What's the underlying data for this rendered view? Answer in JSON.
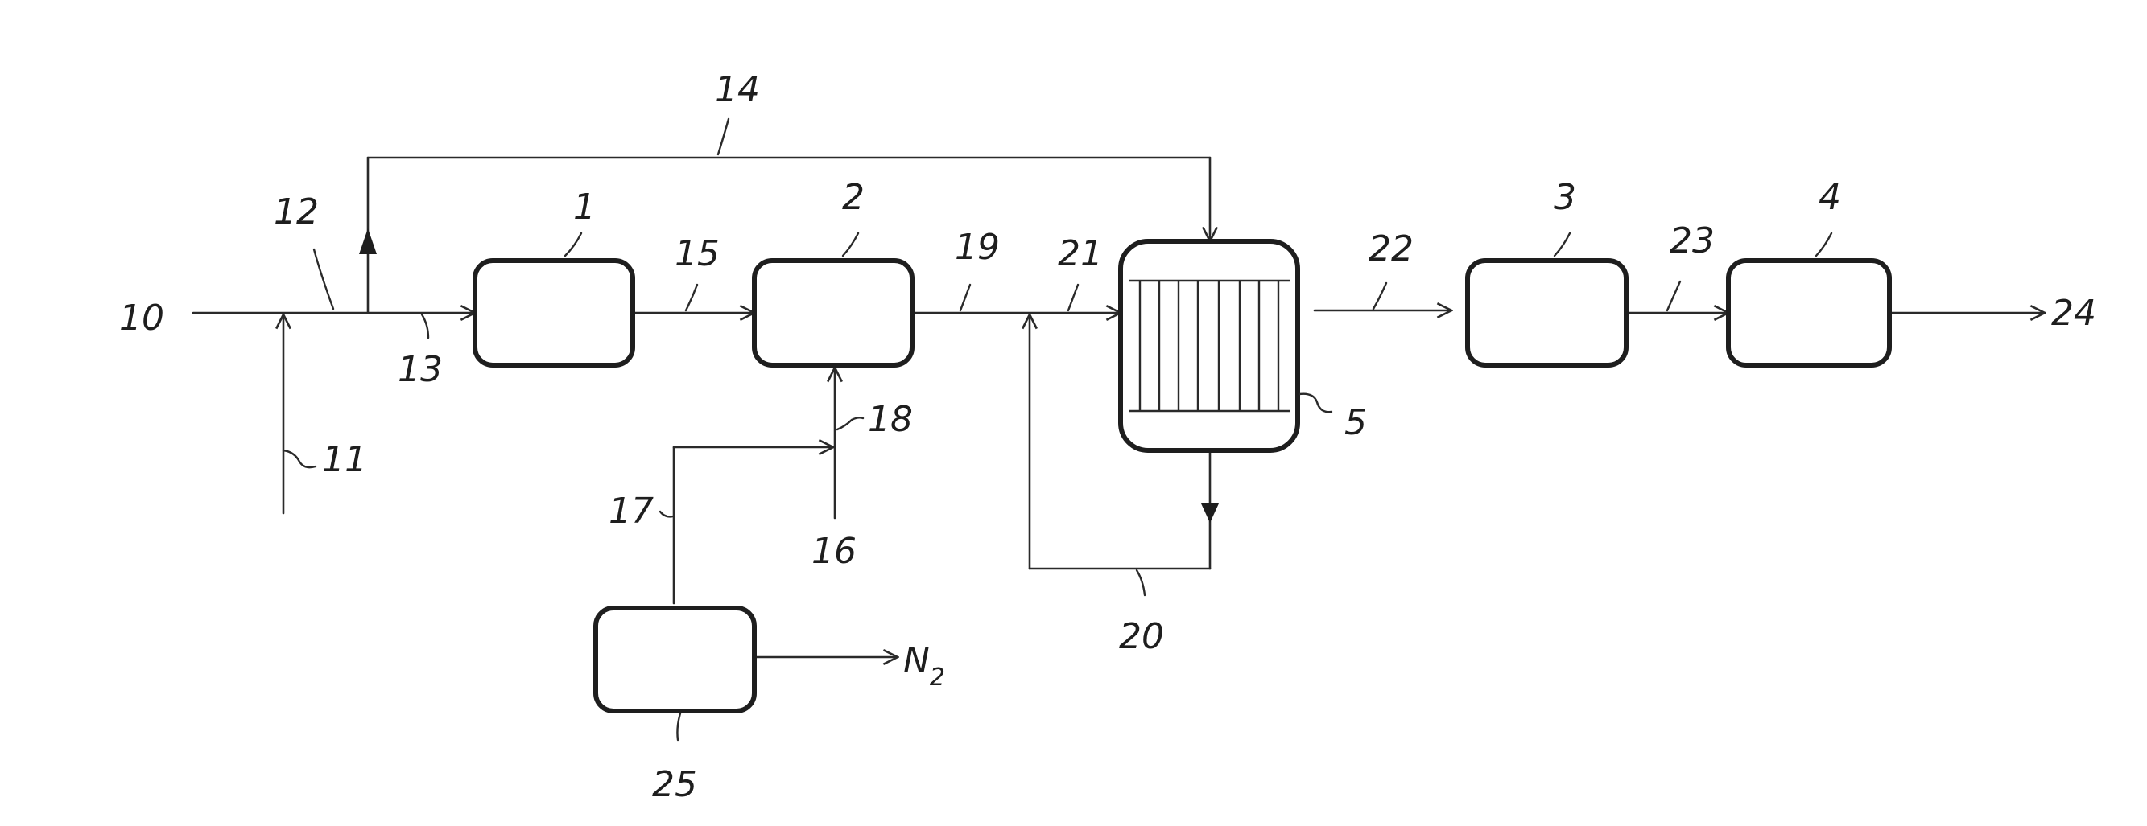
{
  "labels": {
    "n1": "1",
    "n2": "2",
    "n3": "3",
    "n4": "4",
    "n5": "5",
    "n10": "10",
    "n11": "11",
    "n12": "12",
    "n13": "13",
    "n14": "14",
    "n15": "15",
    "n16": "16",
    "n17": "17",
    "n18": "18",
    "n19": "19",
    "n20": "20",
    "n21": "21",
    "n22": "22",
    "n23": "23",
    "n24": "24",
    "n25": "25",
    "nitrogen": "N",
    "nitrogen_sub": "2"
  }
}
